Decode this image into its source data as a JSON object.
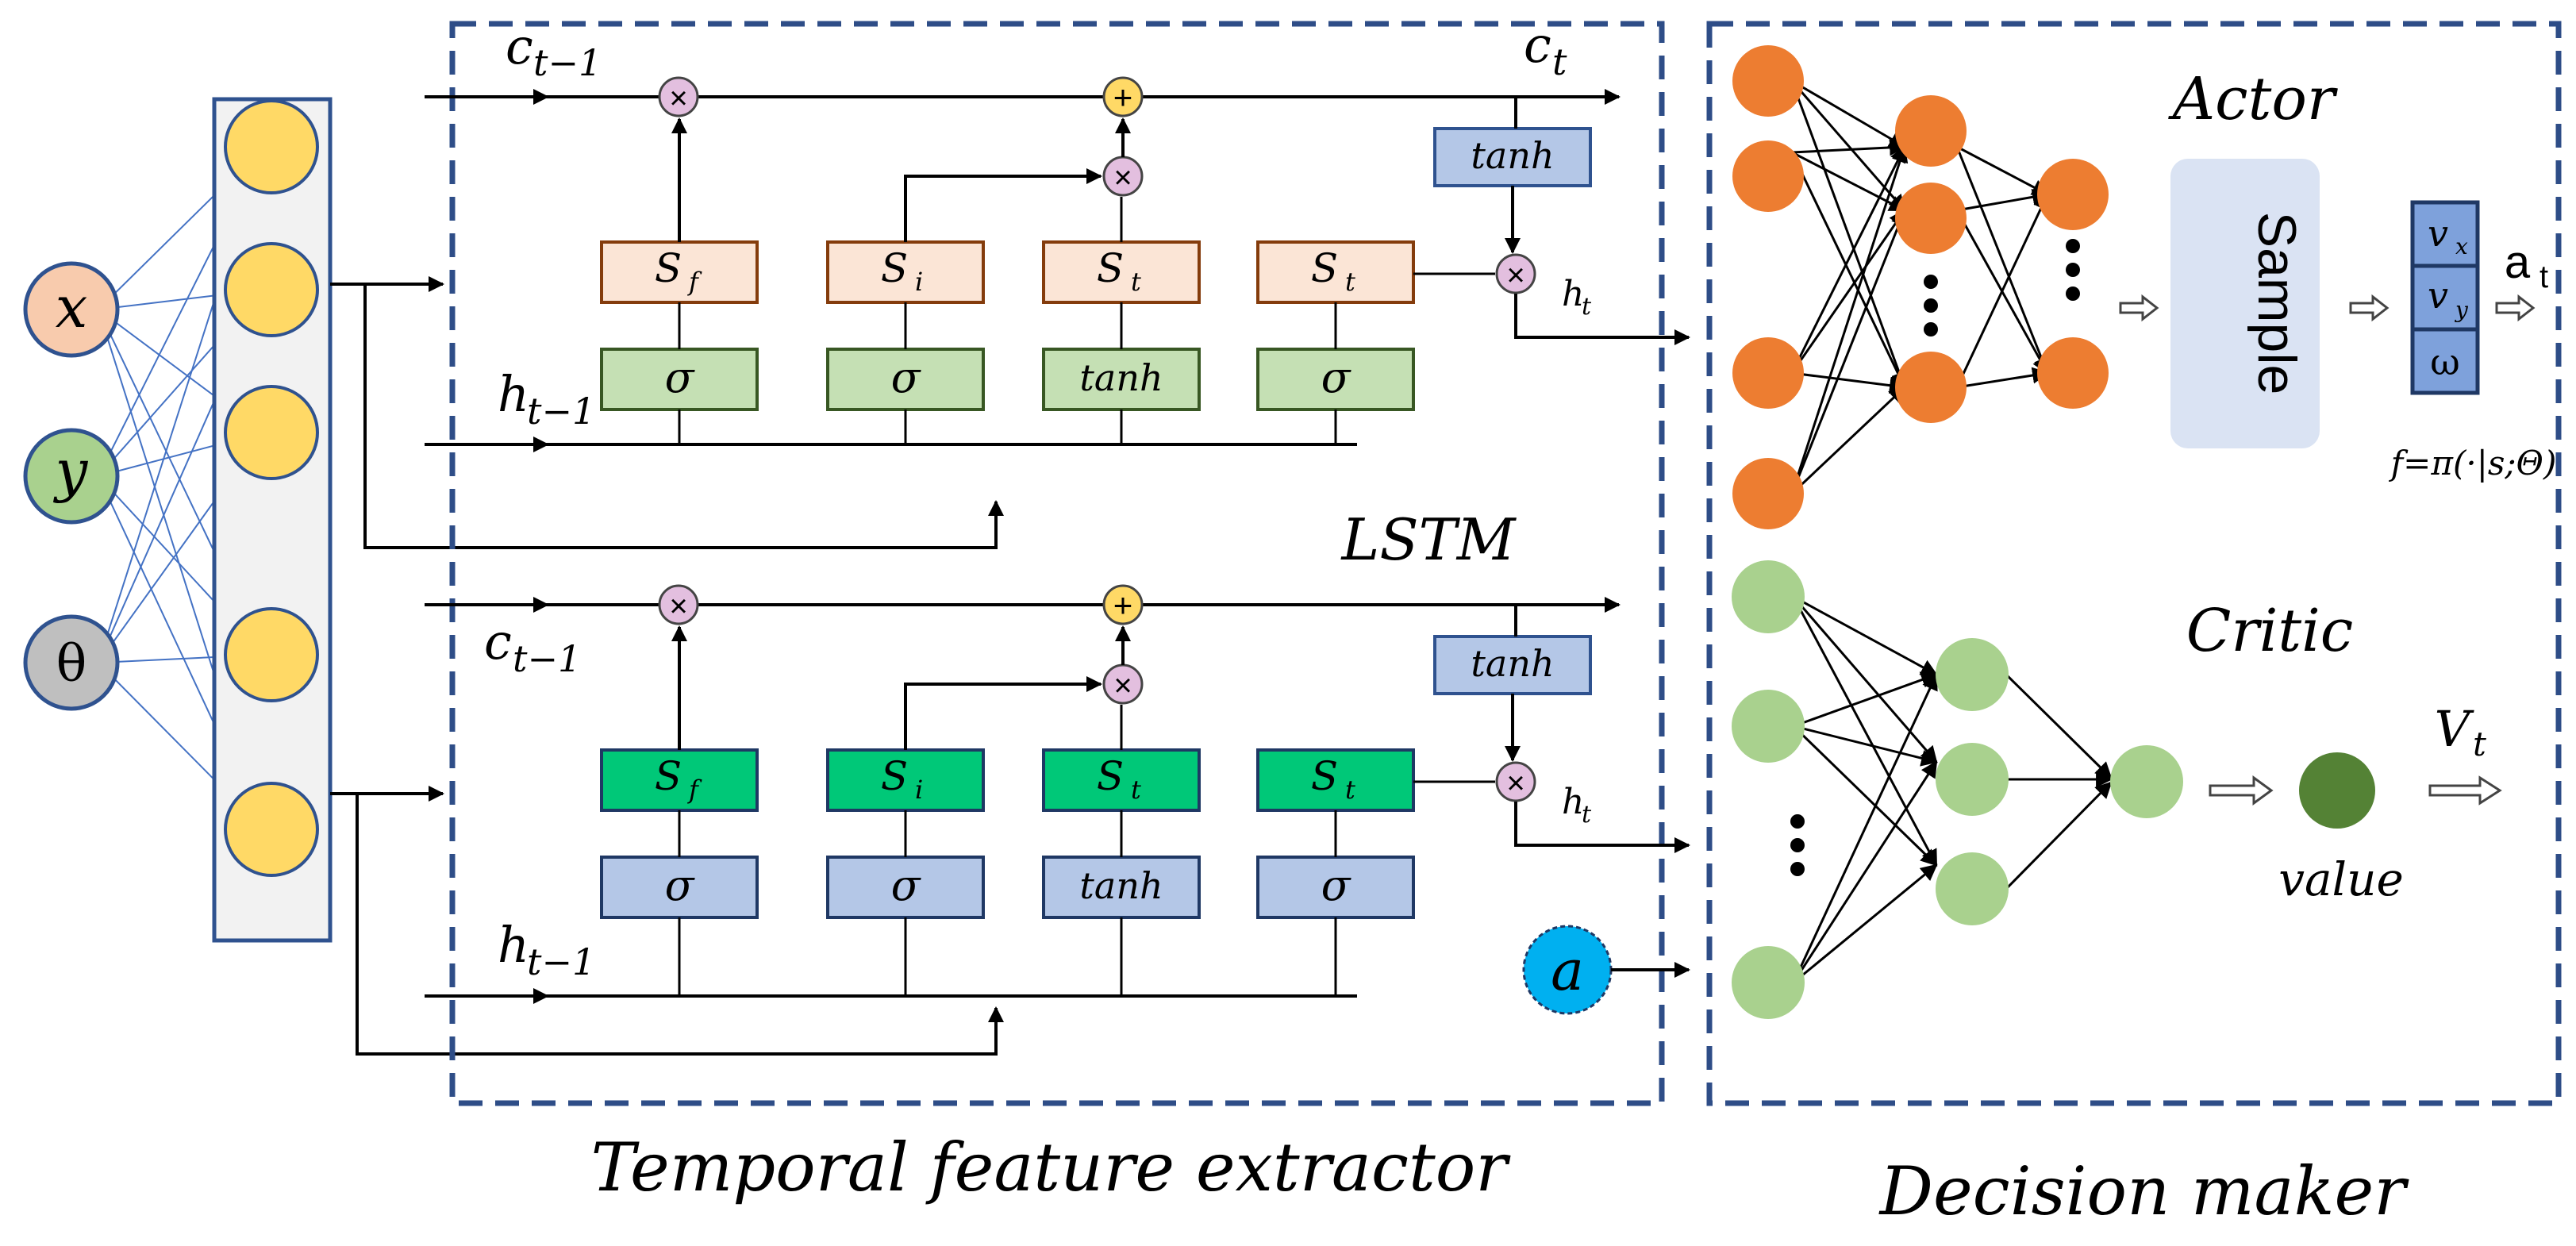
{
  "inputs": {
    "x": "x",
    "y": "y",
    "theta": "θ"
  },
  "lstm": {
    "label": "LSTM",
    "c_prev": "c",
    "c_prev_sub": "t−1",
    "c_out": "c",
    "c_out_sub": "t",
    "h_prev": "h",
    "h_prev_sub": "t−1",
    "h_out": "h",
    "h_out_sub": "t",
    "gates_top": [
      "S",
      "S",
      "S",
      "S"
    ],
    "gates_top_sub": [
      "f",
      "i",
      "t",
      "t"
    ],
    "acts": [
      "σ",
      "σ",
      "tanh",
      "σ"
    ],
    "tanh_box": "tanh"
  },
  "actor": {
    "title": "Actor",
    "sample": "Sample",
    "outputs": [
      "v",
      "v",
      "ω"
    ],
    "output_subs": [
      "x",
      "y",
      ""
    ],
    "action": "a",
    "action_sub": "t",
    "policy": "f=π(·|s;Θ)"
  },
  "critic": {
    "title": "Critic",
    "value": "value",
    "v": "V",
    "v_sub": "t"
  },
  "action_input": "a",
  "captions": {
    "left": "Temporal feature extractor",
    "right": "Decision maker"
  },
  "colors": {
    "x_node": "#f8cbad",
    "y_node": "#a9d18e",
    "theta_node": "#bfbfbf",
    "hidden_node": "#ffd966",
    "gate_light": "#fbe5d6",
    "gate_green": "#00c878",
    "act_green": "#c5e0b4",
    "act_blue": "#b4c7e7",
    "actor_node": "#ed7d31",
    "critic_node": "#a9d18e",
    "value_node": "#548235",
    "sample_box": "#dae3f3",
    "action_node": "#00b0f0",
    "border": "#2e4d87"
  }
}
